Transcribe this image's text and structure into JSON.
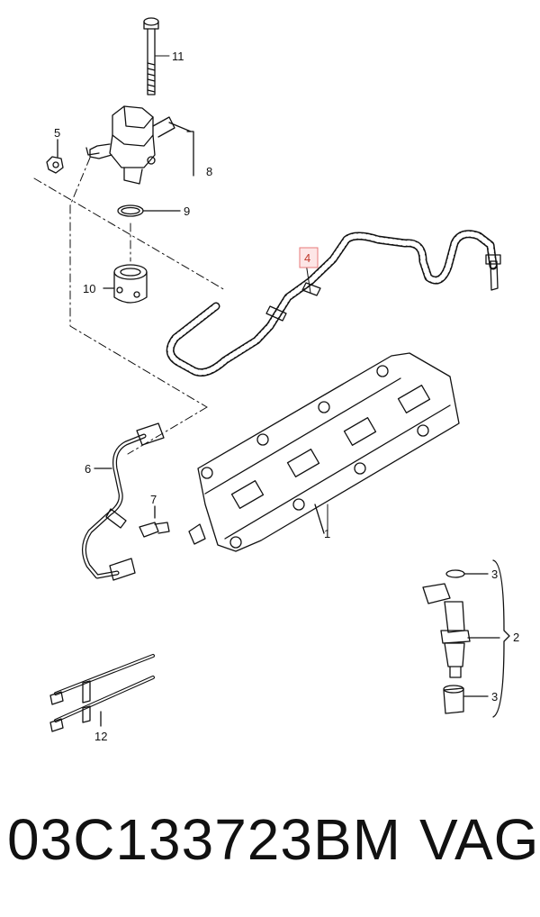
{
  "diagram": {
    "callouts": {
      "c1": "1",
      "c2": "2",
      "c3a": "3",
      "c3b": "3",
      "c4": "4",
      "c5": "5",
      "c6": "6",
      "c7": "7",
      "c8": "8",
      "c9": "9",
      "c10": "10",
      "c11": "11",
      "c12": "12"
    },
    "highlighted_callout": "4",
    "highlight_color": "#e87a7a"
  },
  "caption": {
    "part_number": "03C133723BM",
    "brand": "VAG"
  }
}
